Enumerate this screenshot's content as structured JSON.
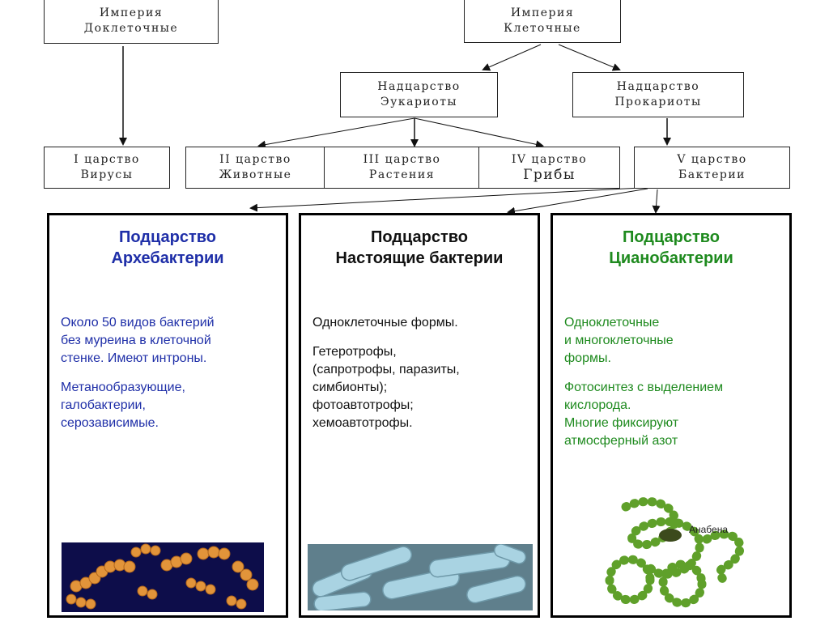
{
  "top": {
    "empire_noncell": [
      "Империя",
      "Доклеточные"
    ],
    "empire_cell": [
      "Империя",
      "Клеточные"
    ],
    "super_euk": [
      "Надцарство",
      "Эукариоты"
    ],
    "super_prok": [
      "Надцарство",
      "Прокариоты"
    ],
    "k1": [
      "I царство",
      "Вирусы"
    ],
    "k2": [
      "II царство",
      "Животные"
    ],
    "k3": [
      "III царство",
      "Растения"
    ],
    "k4": [
      "IV царство",
      "Грибы"
    ],
    "k5": [
      "V царство",
      "Бактерии"
    ]
  },
  "panels": [
    {
      "title": [
        "Подцарство",
        "Архебактерии"
      ],
      "paragraphs": [
        [
          "Около 50 видов бактерий",
          "без муреина в клеточной",
          "стенке. Имеют интроны."
        ],
        [
          "Метанообразующие,",
          "галобактерии,",
          "серозависимые."
        ]
      ],
      "color": "#1f2fa8"
    },
    {
      "title": [
        "Подцарство",
        "Настоящие бактерии"
      ],
      "paragraphs": [
        [
          "Одноклеточные формы."
        ],
        [
          "Гетеротрофы,",
          "(сапротрофы, паразиты,",
          "симбионты);",
          "фотоавтотрофы;",
          "хемоавтотрофы."
        ]
      ],
      "color": "#111111"
    },
    {
      "title": [
        "Подцарство",
        "Цианобактерии"
      ],
      "paragraphs": [
        [
          "Одноклеточные",
          "и многоклеточные",
          "формы."
        ],
        [
          "Фотосинтез с выделением",
          "кислорода.",
          "Многие фиксируют",
          "атмосферный азот"
        ]
      ],
      "color": "#1e8a1e",
      "image_label": "Анабена"
    }
  ],
  "colors": {
    "arrows": "#111111"
  }
}
